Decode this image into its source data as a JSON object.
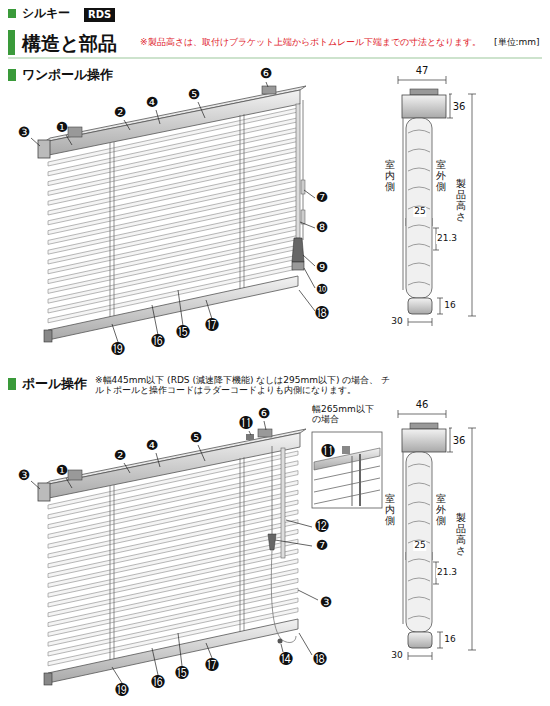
{
  "diagram": {
    "title": "構造と部品",
    "nodes": [
      {
        "text": [
          "RDS"
        ]
      }
    ],
    "labels": [
      "シルキー",
      "※製品高さは、取付けブラケット上端からボトムレール下端までの寸法となります。",
      "[単位:mm]",
      "ワンポール操作",
      "❶",
      "❷",
      "❸",
      "❹",
      "❺",
      "❻",
      "❼",
      "❽",
      "❾",
      "❿",
      "⓲",
      "⓳",
      "⓰",
      "⓯",
      "⓱",
      "47",
      "36",
      "室内側",
      "室外側",
      "製品高さ",
      "25",
      "21.3",
      "16",
      "30",
      "ポール操作",
      "※幅445mm以下 (RDS (減速降下機能) なしは295mm以下) の場合、 チルトポールと操作コードはラダーコードよりも内側になります。",
      "幅265mm以下 の場合",
      "❶",
      "❷",
      "❸",
      "❹",
      "❺",
      "⓫",
      "❻",
      "⓫",
      "⓬",
      "❼",
      "❸",
      "⓮",
      "⓲",
      "⓳",
      "⓰",
      "⓯",
      "⓱",
      "46",
      "36",
      "室内側",
      "室外側",
      "製品高さ",
      "25",
      "21.3",
      "16",
      "30"
    ]
  }
}
